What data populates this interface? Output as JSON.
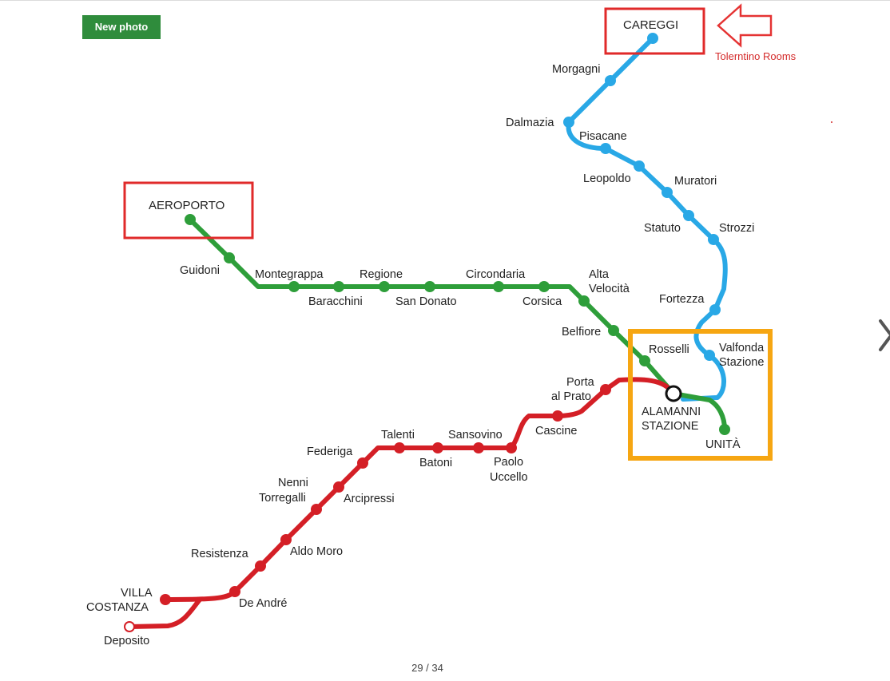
{
  "badge": "New photo",
  "counter": "29 / 34",
  "annotation": "Tolerntino Rooms",
  "lines": {
    "green": {
      "color": "#2e9e3a"
    },
    "red": {
      "color": "#d41f26"
    },
    "blue": {
      "color": "#29a8e6"
    }
  },
  "highlight_colors": {
    "box_red": "#e02a2a",
    "box_orange": "#f6a612",
    "arrow": "#e53333"
  },
  "stations": {
    "careggi": "CAREGGI",
    "morgagni": "Morgagni",
    "dalmazia": "Dalmazia",
    "pisacane": "Pisacane",
    "leopoldo": "Leopoldo",
    "muratori": "Muratori",
    "statuto": "Statuto",
    "strozzi": "Strozzi",
    "fortezza": "Fortezza",
    "valfonda": [
      "Valfonda",
      "Stazione"
    ],
    "rosselli": "Rosselli",
    "aeroporto": "AEROPORTO",
    "guidoni": "Guidoni",
    "montegrappa": "Montegrappa",
    "baracchini": "Baracchini",
    "regione": "Regione",
    "san_donato": "San Donato",
    "circondaria": "Circondaria",
    "corsica": "Corsica",
    "alta_velocita": [
      "Alta",
      "Velocità"
    ],
    "belfiore": "Belfiore",
    "alamanni": [
      "ALAMANNI",
      "STAZIONE"
    ],
    "unita": "UNITÀ",
    "porta_al_prato": [
      "Porta",
      "al Prato"
    ],
    "cascine": "Cascine",
    "paolo_uccello": [
      "Paolo",
      "Uccello"
    ],
    "sansovino": "Sansovino",
    "batoni": "Batoni",
    "talenti": "Talenti",
    "federiga": "Federiga",
    "nenni": [
      "Nenni",
      "Torregalli"
    ],
    "arcipressi": "Arcipressi",
    "resistenza": "Resistenza",
    "aldo_moro": "Aldo Moro",
    "de_andre": "De André",
    "villa_costanza": [
      "VILLA",
      "COSTANZA"
    ],
    "deposito": "Deposito"
  }
}
